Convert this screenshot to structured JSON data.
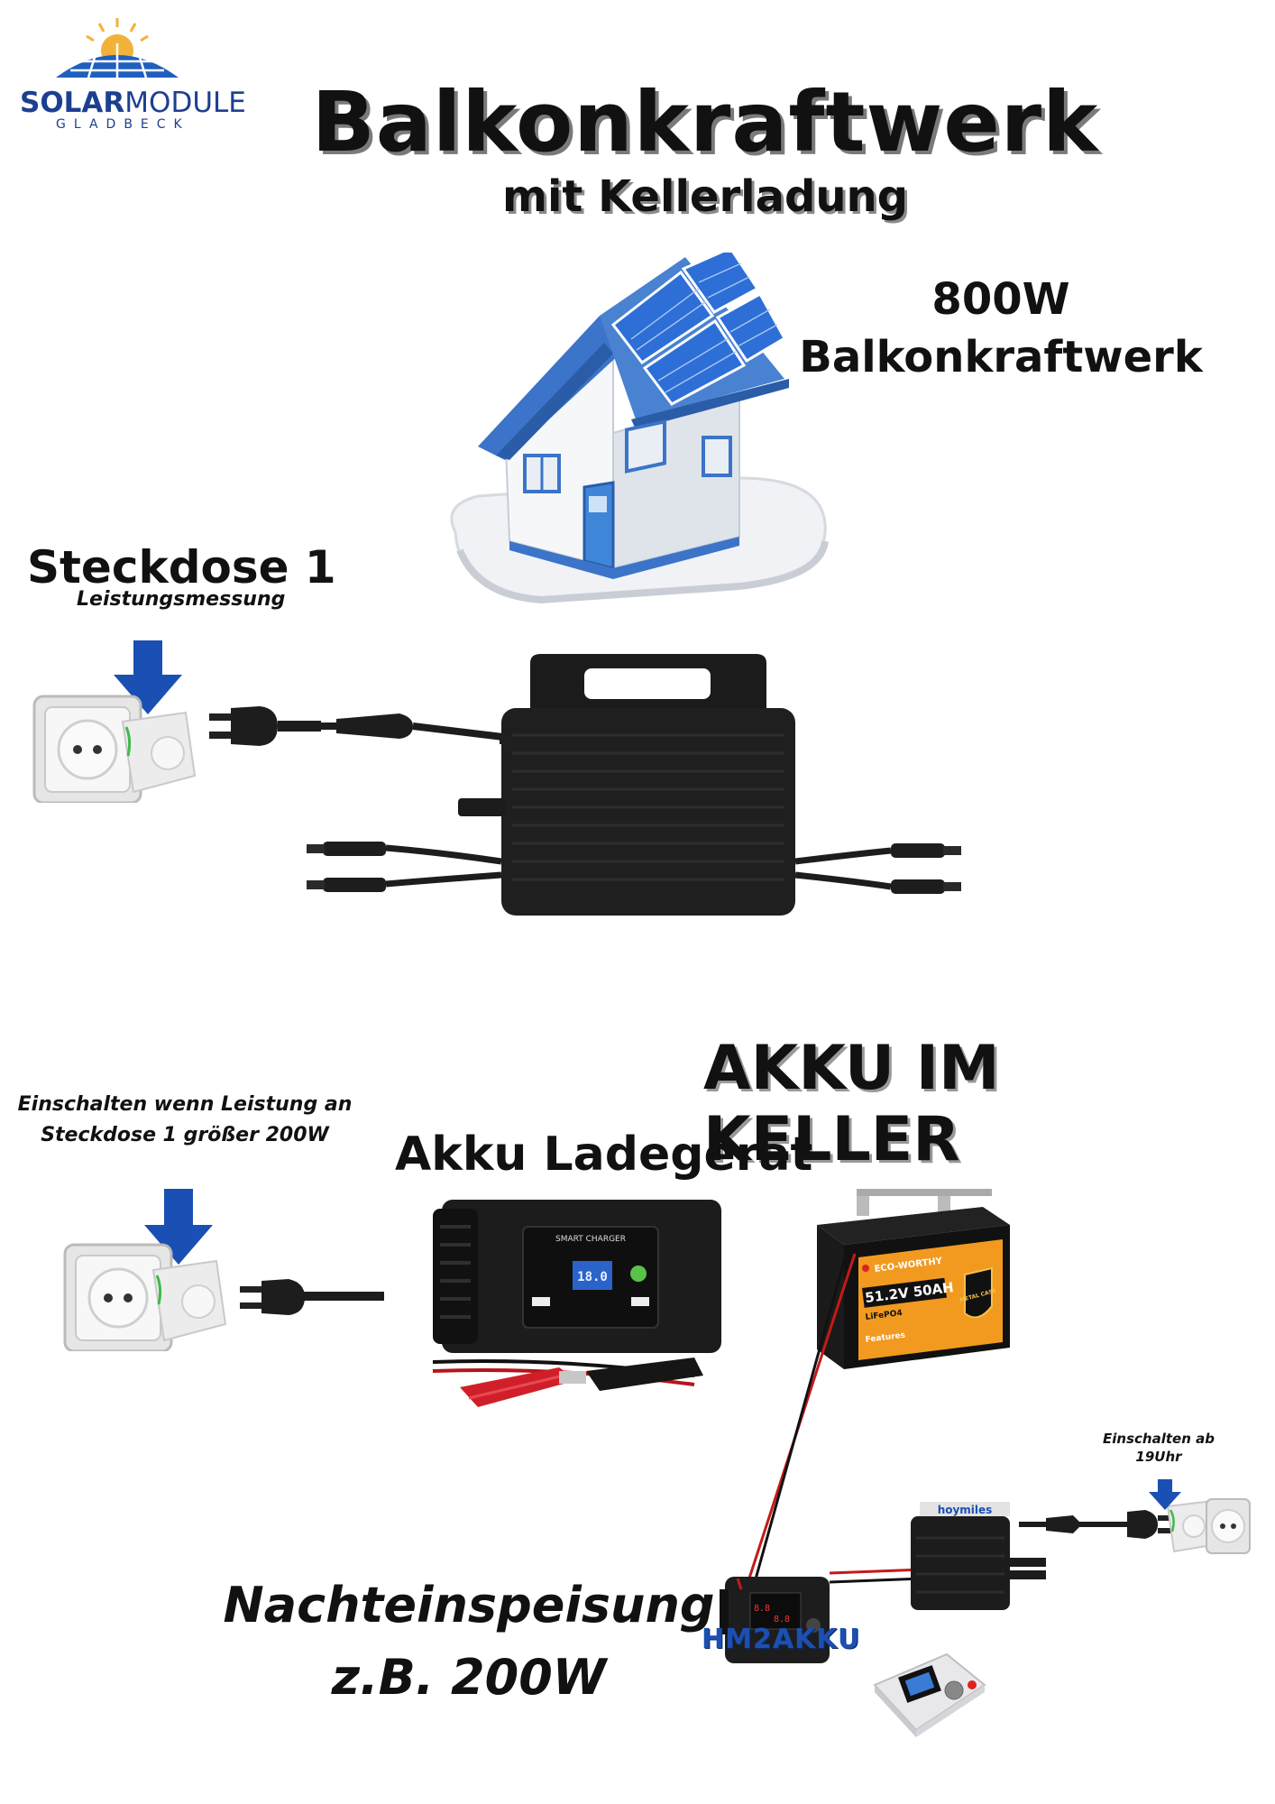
{
  "logo": {
    "brand_bold": "SOLAR",
    "brand_thin": "MODULE",
    "sub": "GLADBECK"
  },
  "title": "Balkonkraftwerk",
  "subtitle": "mit Kellerladung",
  "top_label": {
    "line1": "800W",
    "line2": "Balkonkraftwerk"
  },
  "socket1": {
    "title": "Steckdose 1",
    "subtitle": "Leistungsmessung"
  },
  "section2_title": "AKKU IM KELLER",
  "switch_rule": {
    "line1": "Einschalten wenn Leistung an",
    "line2": "Steckdose 1 größer 200W"
  },
  "charger": {
    "title": "Akku Ladegerät",
    "brand": "SMART CHARGER",
    "display": "18.0"
  },
  "battery": {
    "brand": "ECO-WORTHY",
    "spec": "51.2V 50AH",
    "type": "LiFePO4",
    "badge": "METAL CASE",
    "features": "Features"
  },
  "inverter2": {
    "brand": "hoymiles"
  },
  "switch_night": {
    "line1": "Einschalten ab",
    "line2": "19Uhr"
  },
  "night": {
    "line1": "Nachteinspeisung",
    "line2": "z.B. 200W"
  },
  "controller": {
    "label": "HM2AKKU"
  },
  "colors": {
    "arrow_blue": "#1a4fb4",
    "panel_blue": "#2d6fd6",
    "roof_blue": "#3b74c8",
    "battery_orange": "#f29a1f"
  }
}
